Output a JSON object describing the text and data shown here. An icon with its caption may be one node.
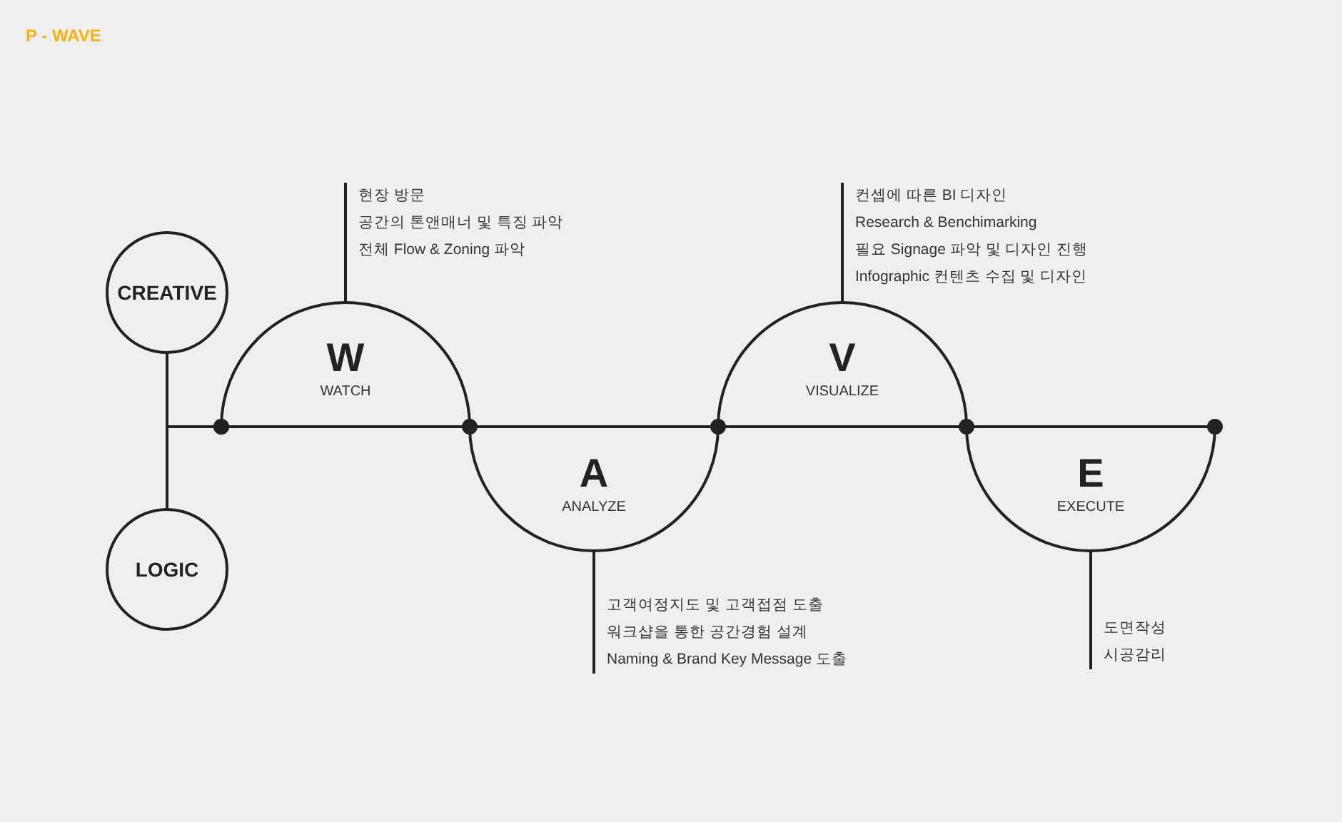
{
  "diagram": {
    "title": "P - WAVE",
    "nodes": [
      {
        "text": [
          "CREATIVE"
        ]
      },
      {
        "text": [
          "LOGIC"
        ]
      },
      {
        "text": [
          "W",
          "WATCH"
        ]
      },
      {
        "text": [
          "A",
          "ANALYZE"
        ]
      },
      {
        "text": [
          "V",
          "VISUALIZE"
        ]
      },
      {
        "text": [
          "E",
          "EXECUTE"
        ]
      },
      {
        "text": [
          "현장 방문",
          "공간의 톤앤매너 및 특징 파악",
          "전체 Flow & Zoning 파악"
        ]
      },
      {
        "text": [
          "고객여정지도 및 고객접점 도출",
          "워크샵을 통한 공간경험 설계",
          "Naming & Brand Key Message 도출"
        ]
      },
      {
        "text": [
          "컨셉에 따른 BI 디자인",
          "Research & Benchimarking",
          "필요 Signage 파악 및 디자인 진행",
          "Infographic 컨텐츠 수집 및 디자인"
        ]
      },
      {
        "text": [
          "도면작성",
          "시공감리"
        ]
      }
    ],
    "edges": [
      {
        "from": 0,
        "to": 1,
        "arrow": "none"
      },
      {
        "from": 0,
        "to": 2,
        "arrow": "other"
      },
      {
        "from": 1,
        "to": 2,
        "arrow": "other"
      },
      {
        "from": 6,
        "to": 2,
        "arrow": "none"
      },
      {
        "from": 7,
        "to": 3,
        "arrow": "none"
      },
      {
        "from": 8,
        "to": 4,
        "arrow": "none"
      },
      {
        "from": 9,
        "to": 5,
        "arrow": "none"
      }
    ]
  }
}
